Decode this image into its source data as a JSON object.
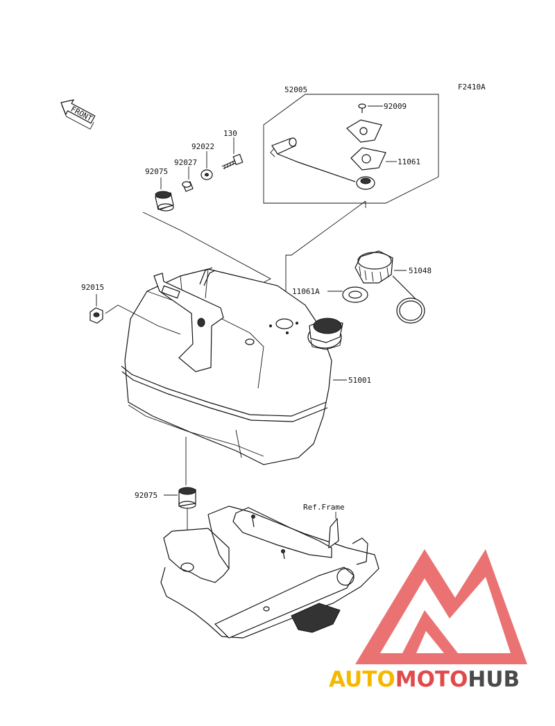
{
  "figure_code": "F2410A",
  "front_marker": "FRONT",
  "ref_frame_label": "Ref.Frame",
  "parts": {
    "p52005": "52005",
    "p92009": "92009",
    "p11061": "11061",
    "p130": "130",
    "p92022": "92022",
    "p92027": "92027",
    "p92075_top": "92075",
    "p51048": "51048",
    "p11061A": "11061A",
    "p92015": "92015",
    "p51001": "51001",
    "p92075_bottom": "92075"
  },
  "watermark": {
    "brand_part1": "AUTO",
    "brand_part2": "MOTO",
    "brand_part3": "HUB",
    "colors": {
      "auto": "#f5b800",
      "moto": "#e04a4a",
      "hub": "#4a4a4a",
      "triangle": "#e85a5a"
    }
  }
}
